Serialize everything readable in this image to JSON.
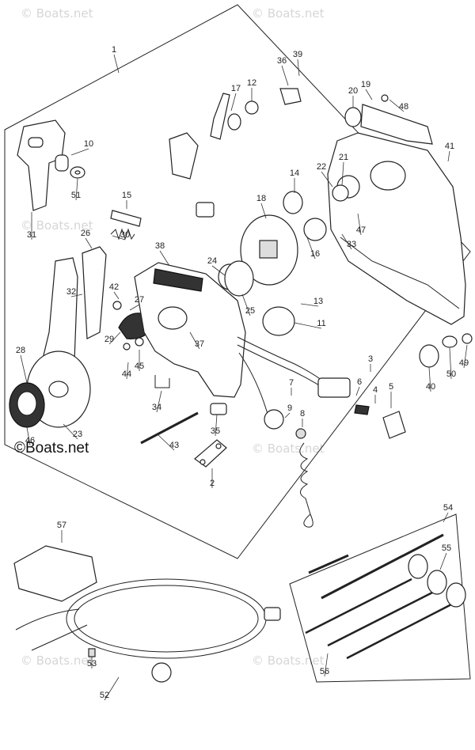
{
  "watermarks": {
    "top_left": "© Boats.net",
    "top_right": "© Boats.net",
    "mid_left": "© Boats.net",
    "mid_right": "© Boats.net",
    "bottom_left": "© Boats.net",
    "bottom_right": "© Boats.net"
  },
  "brand_logo_text": "©Boats.net",
  "callouts": [
    "1",
    "2",
    "3",
    "4",
    "5",
    "6",
    "7",
    "8",
    "9",
    "10",
    "11",
    "12",
    "13",
    "14",
    "15",
    "16",
    "17",
    "18",
    "19",
    "20",
    "21",
    "22",
    "23",
    "24",
    "25",
    "26",
    "27",
    "28",
    "29",
    "30",
    "31",
    "32",
    "33",
    "34",
    "35",
    "36",
    "37",
    "38",
    "39",
    "40",
    "41",
    "42",
    "43",
    "44",
    "45",
    "46",
    "47",
    "48",
    "49",
    "50",
    "51",
    "52",
    "53",
    "54",
    "55",
    "56",
    "57"
  ]
}
